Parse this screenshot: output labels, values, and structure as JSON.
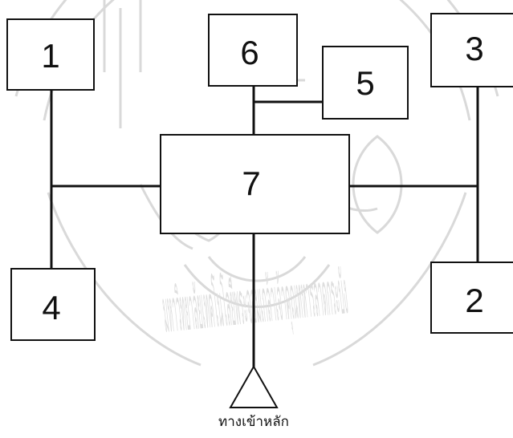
{
  "diagram": {
    "nodes": [
      {
        "id": "1",
        "label": "1"
      },
      {
        "id": "2",
        "label": "2"
      },
      {
        "id": "3",
        "label": "3"
      },
      {
        "id": "4",
        "label": "4"
      },
      {
        "id": "5",
        "label": "5"
      },
      {
        "id": "6",
        "label": "6"
      },
      {
        "id": "7",
        "label": "7"
      }
    ],
    "connections": [
      [
        "1",
        "4",
        "7"
      ],
      [
        "3",
        "2",
        "7"
      ],
      [
        "6",
        "5"
      ],
      [
        "6",
        "7"
      ],
      [
        "7",
        "main_entrance"
      ]
    ],
    "main_entrance": {
      "label": "ทางเข้าหลัก"
    }
  },
  "watermark": {
    "text": "มหาวิทยาลัยเทคโนโลยีพระจอมเกล้าเจ้าคุณทหารลาดกระบัง",
    "color": "#d9d9d9"
  }
}
